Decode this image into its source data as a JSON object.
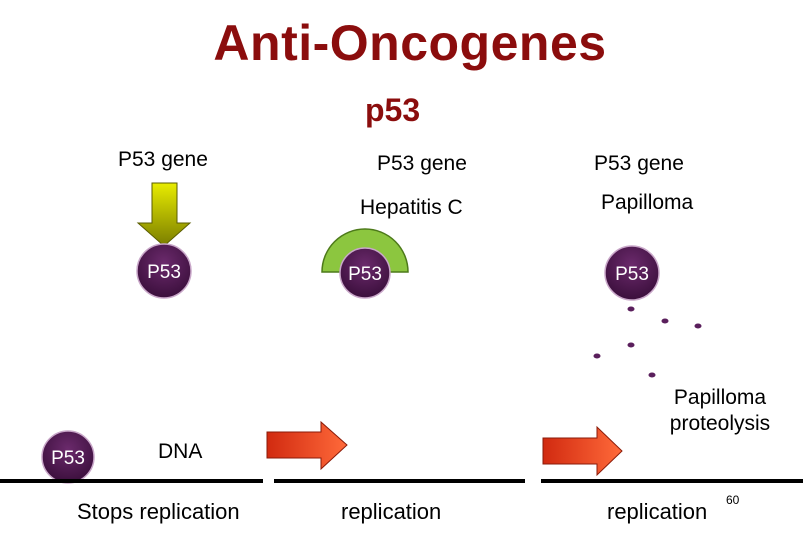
{
  "title": "Anti-Oncogenes",
  "subtitle": "p53",
  "columns": [
    {
      "gene_label": "P53 gene",
      "protein_label": "P53"
    },
    {
      "gene_label": "P53 gene",
      "agent_label": "Hepatitis C",
      "protein_label": "P53"
    },
    {
      "gene_label": "P53 gene",
      "agent_label": "Papilloma",
      "protein_label": "P53",
      "result_label": "Papilloma proteolysis"
    }
  ],
  "left_protein_label": "P53",
  "dna_label": "DNA",
  "bottom_labels": [
    "Stops replication",
    "replication",
    "replication"
  ],
  "page_number": "60",
  "colors": {
    "title": "#8b0d0d",
    "protein_fill": "#4a154b",
    "arrow_gene": "#b5b800",
    "arrow_red": "#e63b1f",
    "hepatitis_cap": "#8cc63f"
  },
  "icons": [
    "down-arrow-icon",
    "right-arrow-icon",
    "cap-icon",
    "fragment-icon"
  ]
}
